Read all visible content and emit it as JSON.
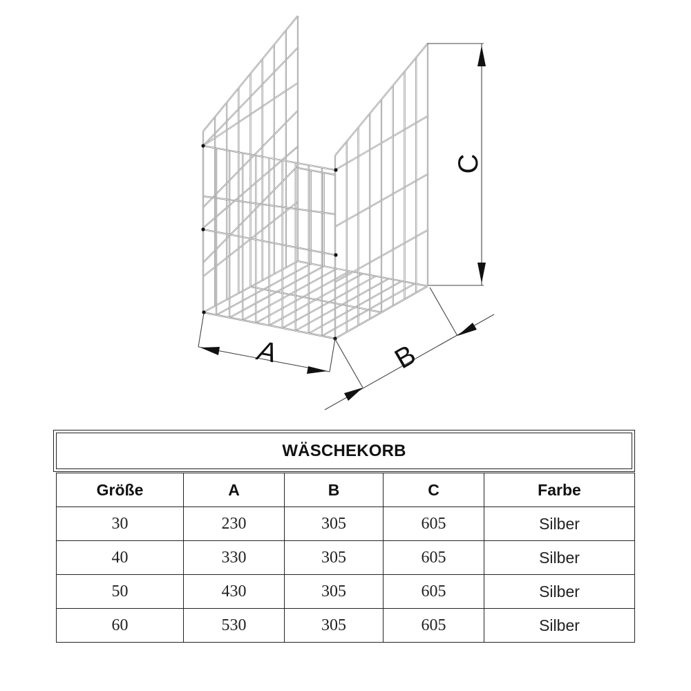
{
  "diagram": {
    "subject": "wire-basket",
    "dimension_labels": {
      "a": "A",
      "b": "B",
      "c": "C"
    }
  },
  "table": {
    "title": "WÄSCHEKORB",
    "headers": [
      "Größe",
      "A",
      "B",
      "C",
      "Farbe"
    ],
    "rows": [
      [
        "30",
        "230",
        "305",
        "605",
        "Silber"
      ],
      [
        "40",
        "330",
        "305",
        "605",
        "Silber"
      ],
      [
        "50",
        "430",
        "305",
        "605",
        "Silber"
      ],
      [
        "60",
        "530",
        "305",
        "605",
        "Silber"
      ]
    ]
  }
}
